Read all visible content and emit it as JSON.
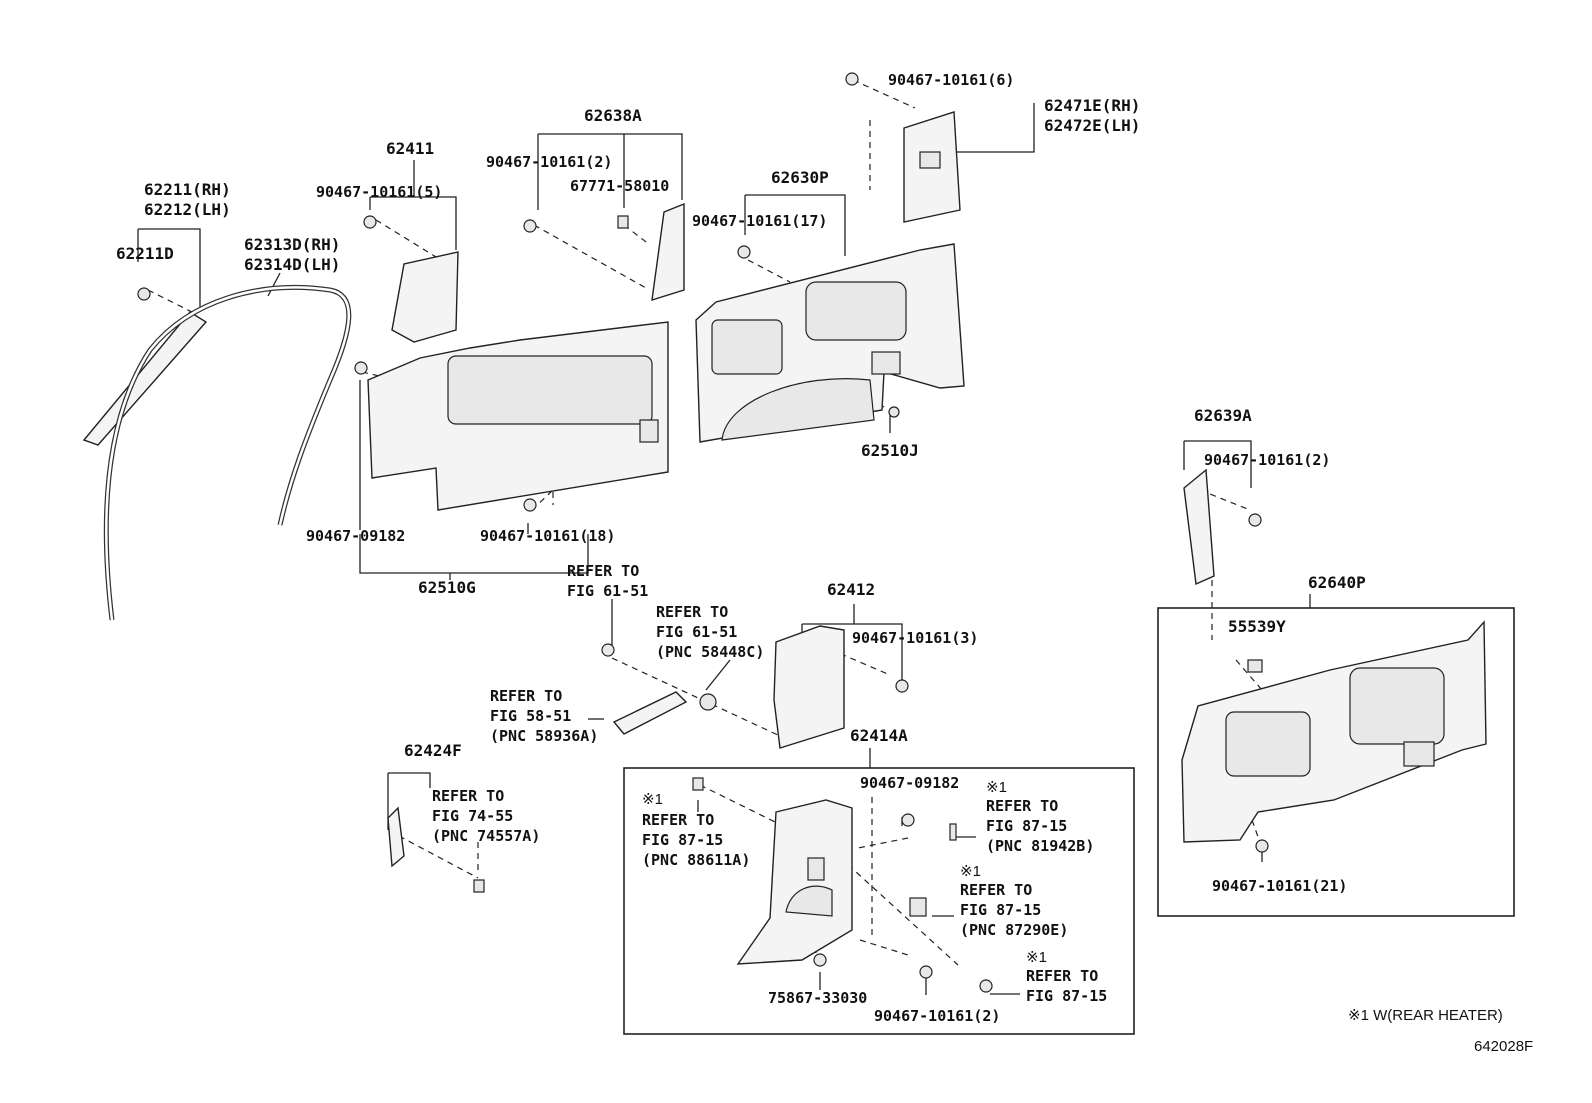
{
  "labels": {
    "p62211rh": "62211(RH)",
    "p62212lh": "62212(LH)",
    "p62211d": "62211D",
    "p62313d": "62313D(RH)",
    "p62314d": "62314D(LH)",
    "p62411": "62411",
    "s62411": "90467-10161(5)",
    "p62638a": "62638A",
    "s62638a": "90467-10161(2)",
    "p67771": "67771-58010",
    "p62630p": "62630P",
    "s62630p": "90467-10161(17)",
    "s_top": "90467-10161(6)",
    "p62471e": "62471E(RH)",
    "p62472e": "62472E(LH)",
    "p62510j": "62510J",
    "s09182a": "90467-09182",
    "s18": "90467-10161(18)",
    "p62510g": "62510G",
    "p62639a": "62639A",
    "s62639a": "90467-10161(2)",
    "p62640p": "62640P",
    "p55539y": "55539Y",
    "s21": "90467-10161(21)",
    "ref6151a_1": "REFER TO",
    "ref6151a_2": "FIG 61-51",
    "ref6151b_1": "REFER TO",
    "ref6151b_2": "FIG 61-51",
    "ref6151b_3": "(PNC 58448C)",
    "ref5851_1": "REFER TO",
    "ref5851_2": "FIG 58-51",
    "ref5851_3": "(PNC 58936A)",
    "p62412": "62412",
    "s62412": "90467-10161(3)",
    "p62414a": "62414A",
    "p62424f": "62424F",
    "ref7455_1": "REFER TO",
    "ref7455_2": "FIG 74-55",
    "ref7455_3": "(PNC 74557A)",
    "ref88611_m": "※1",
    "ref88611_1": "REFER TO",
    "ref88611_2": "FIG 87-15",
    "ref88611_3": "(PNC 88611A)",
    "s09182b": "90467-09182",
    "ref81942_m": "※1",
    "ref81942_1": "REFER TO",
    "ref81942_2": "FIG 87-15",
    "ref81942_3": "(PNC 81942B)",
    "ref87290_m": "※1",
    "ref87290_1": "REFER TO",
    "ref87290_2": "FIG 87-15",
    "ref87290_3": "(PNC 87290E)",
    "ref8715_m": "※1",
    "ref8715_1": "REFER TO",
    "ref8715_2": "FIG 87-15",
    "p75867": "75867-33030",
    "s_box2": "90467-10161(2)"
  },
  "footnote": "※1 W(REAR HEATER)",
  "figure_id": "642028F"
}
